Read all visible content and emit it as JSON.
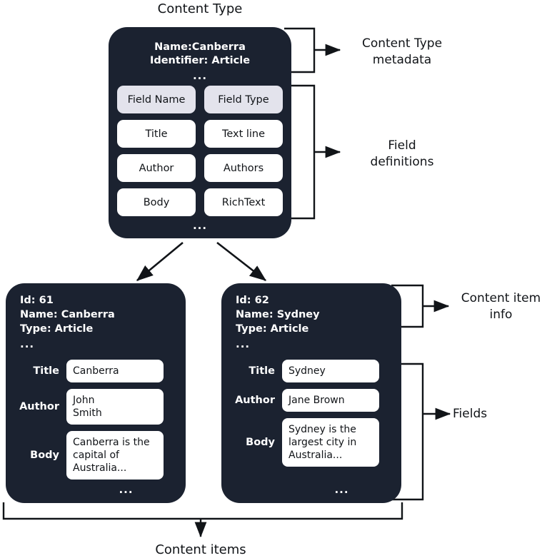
{
  "diagram": {
    "title": "Content Type",
    "bottom_caption": "Content items"
  },
  "content_type": {
    "name_line": "Name:Canberra",
    "identifier_line": "Identifier: Article",
    "ellipsis_top": "...",
    "ellipsis_bottom": "...",
    "headers": [
      "Field Name",
      "Field Type"
    ],
    "fields": [
      {
        "name": "Title",
        "type": "Text line"
      },
      {
        "name": "Author",
        "type": "Authors"
      },
      {
        "name": "Body",
        "type": "RichText"
      }
    ]
  },
  "annotations": {
    "content_type_metadata": "Content Type\nmetadata",
    "field_definitions": "Field\ndefinitions",
    "content_item_info": "Content item\ninfo",
    "fields": "Fields"
  },
  "content_items": [
    {
      "id_line": "Id: 61",
      "name_line": "Name: Canberra",
      "type_line": "Type: Article",
      "ellipsis_top": "...",
      "ellipsis_bottom": "...",
      "rows": [
        {
          "label": "Title",
          "value": "Canberra"
        },
        {
          "label": "Author",
          "value": "John\nSmith"
        },
        {
          "label": "Body",
          "value": "Canberra is the\ncapital of\nAustralia..."
        }
      ]
    },
    {
      "id_line": "Id: 62",
      "name_line": "Name: Sydney",
      "type_line": "Type: Article",
      "ellipsis_top": "...",
      "ellipsis_bottom": "...",
      "rows": [
        {
          "label": "Title",
          "value": "Sydney"
        },
        {
          "label": "Author",
          "value": "Jane Brown"
        },
        {
          "label": "Body",
          "value": "Sydney is the\nlargest city in\nAustralia..."
        }
      ]
    }
  ],
  "colors": {
    "card_background": "#1b2230",
    "chip_background": "#ffffff",
    "chip_header_background": "#e3e3ec",
    "page_background": "#ffffff",
    "line": "#111418",
    "text_on_card": "#ffffff",
    "text_dark": "#111418"
  }
}
